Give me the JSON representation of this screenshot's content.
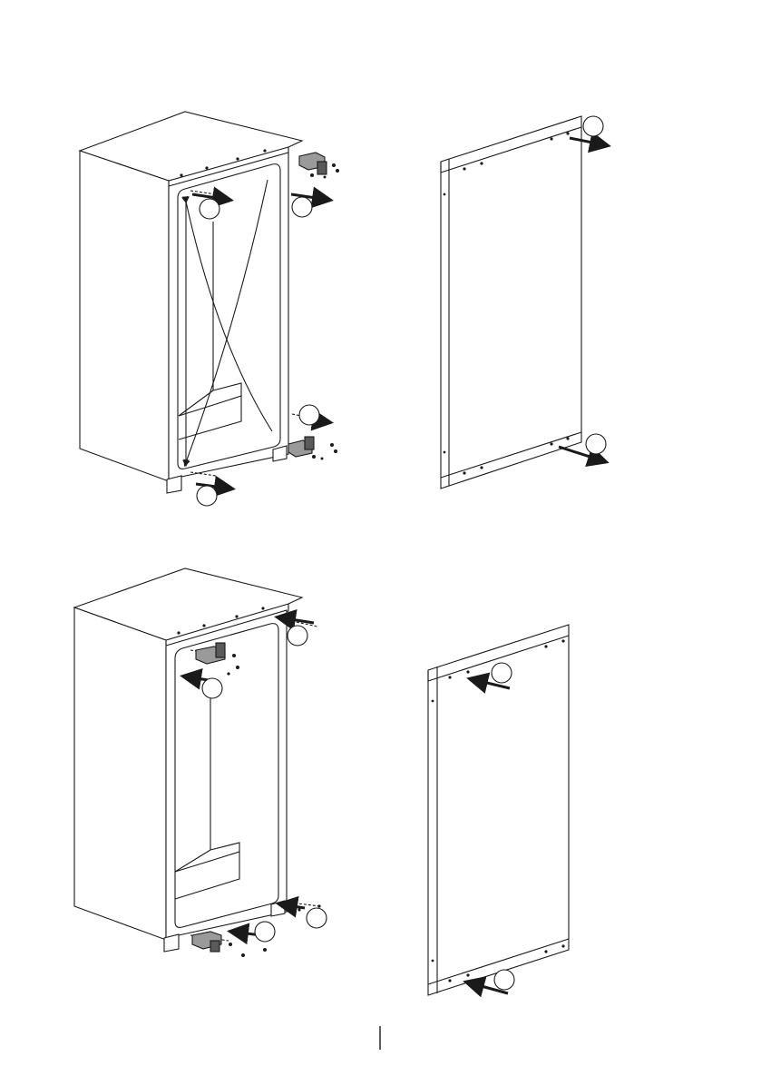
{
  "title": "",
  "colors": {
    "line": "#1a1a1a",
    "paper": "#ffffff",
    "part": "#9a9a9a",
    "partDark": "#5a5a5a"
  },
  "figures": [
    {
      "id": "fig-top-left",
      "subject": "cabinet",
      "callouts": [
        "",
        "",
        "",
        ""
      ]
    },
    {
      "id": "fig-top-right",
      "subject": "door-panel",
      "callouts": [
        "",
        ""
      ]
    },
    {
      "id": "fig-bottom-left",
      "subject": "cabinet",
      "callouts": [
        "",
        "",
        "",
        ""
      ]
    },
    {
      "id": "fig-bottom-right",
      "subject": "door-panel",
      "callouts": [
        "",
        ""
      ]
    }
  ],
  "icons": [
    "hinge-bracket-icon",
    "screw-icon",
    "arrow-icon",
    "callout-circle-icon"
  ],
  "footer": {
    "page_marker": ""
  }
}
